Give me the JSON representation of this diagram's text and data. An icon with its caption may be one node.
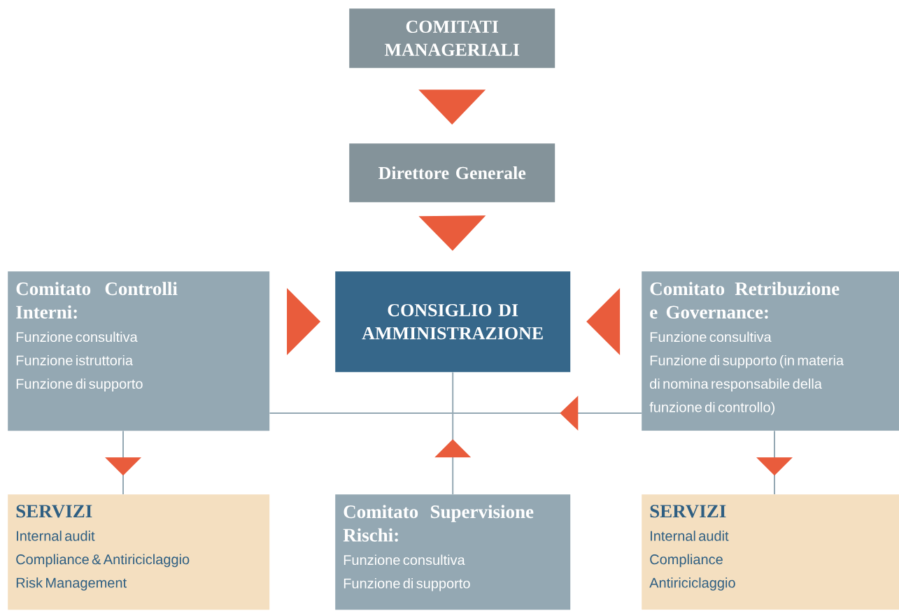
{
  "diagram": {
    "nodes": [
      {
        "text": [
          "COMITATI MANAGERIALI"
        ]
      },
      {
        "text": [
          "Direttore Generale"
        ]
      },
      {
        "text": [
          "CONSIGLIO DI AMMINISTRAZIONE"
        ]
      },
      {
        "text": [
          "Comitato Controlli Interni:",
          "Funzione consultiva",
          "Funzione istruttoria",
          "Funzione di supporto"
        ]
      },
      {
        "text": [
          "Comitato Retribuzione e Governance:",
          "Funzione consultiva",
          "Funzione di supporto (in materia di nomina responsabile della funzione di controllo)"
        ]
      },
      {
        "text": [
          "SERVIZI",
          "Internal audit",
          "Compliance & Antiriciclaggio",
          "Risk  Management"
        ]
      },
      {
        "text": [
          "Comitato Supervisione Rischi:",
          "Funzione consultiva",
          "Funzione di supporto"
        ]
      },
      {
        "text": [
          "SERVIZI",
          "Internal audit",
          "Compliance",
          "Antiriciclaggio"
        ]
      }
    ],
    "edges": [
      {
        "from": 0,
        "to": 1,
        "arrow": "to"
      },
      {
        "from": 1,
        "to": 2,
        "arrow": "to"
      },
      {
        "from": 3,
        "to": 2,
        "arrow": "to"
      },
      {
        "from": 4,
        "to": 2,
        "arrow": "to"
      },
      {
        "from": 4,
        "to": 3,
        "arrow": "to"
      },
      {
        "from": 6,
        "to": 2,
        "arrow": "to"
      },
      {
        "from": 3,
        "to": 5,
        "arrow": "to"
      },
      {
        "from": 4,
        "to": 7,
        "arrow": "to"
      }
    ]
  }
}
